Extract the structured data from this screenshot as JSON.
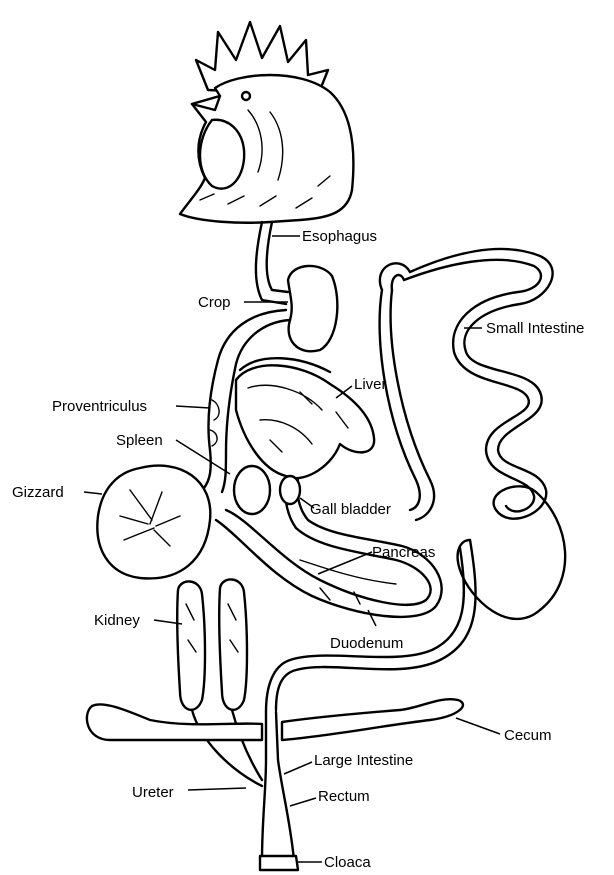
{
  "diagram": {
    "labels": {
      "esophagus": "Esophagus",
      "crop": "Crop",
      "small_intestine": "Small Intestine",
      "liver": "Liver",
      "proventriculus": "Proventriculus",
      "spleen": "Spleen",
      "gizzard": "Gizzard",
      "gall_bladder": "Gall bladder",
      "pancreas": "Pancreas",
      "kidney": "Kidney",
      "duodenum": "Duodenum",
      "cecum": "Cecum",
      "large_intestine": "Large Intestine",
      "ureter": "Ureter",
      "rectum": "Rectum",
      "cloaca": "Cloaca"
    }
  }
}
